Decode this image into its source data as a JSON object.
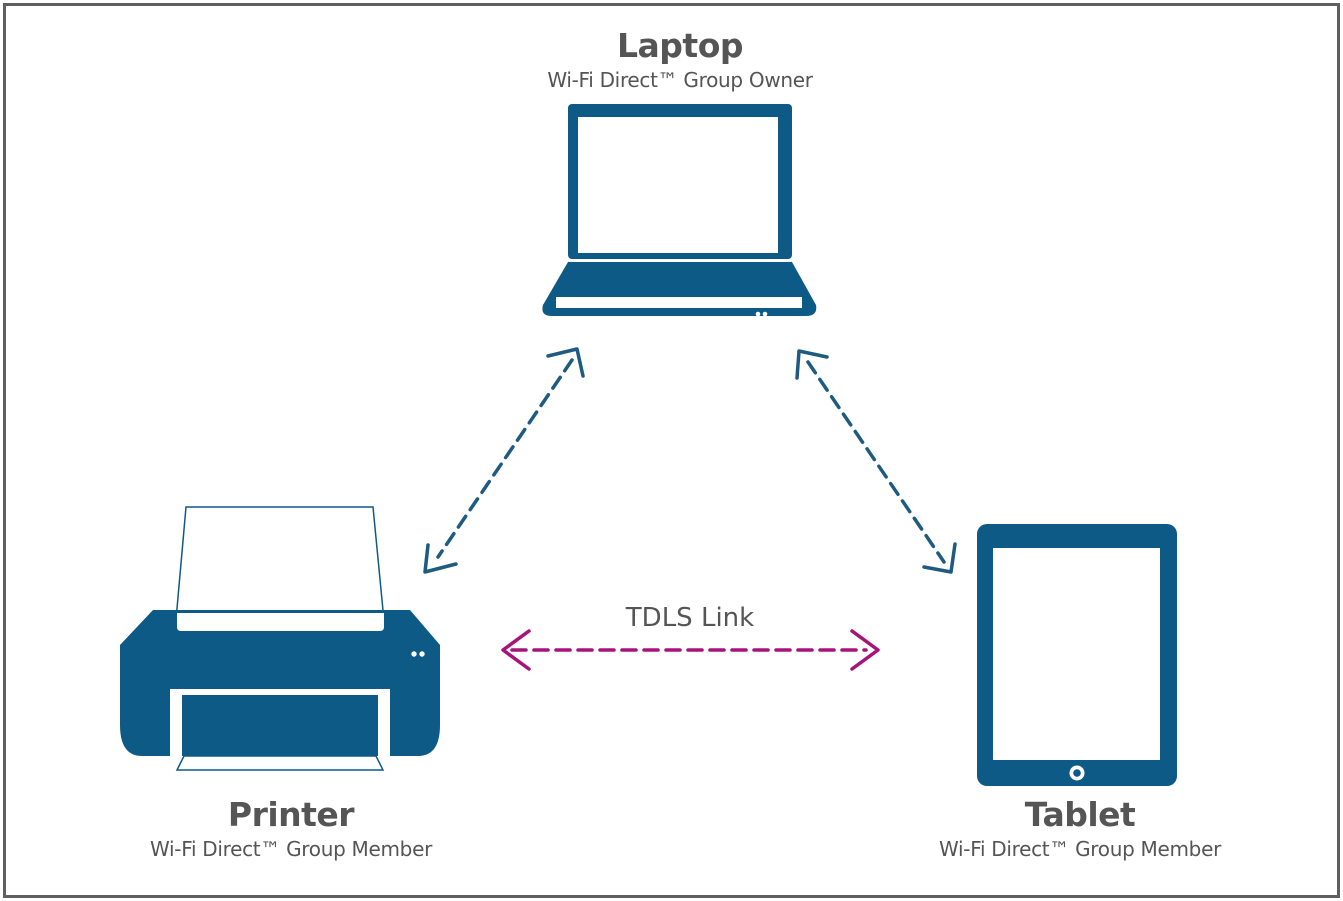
{
  "colors": {
    "device": "#0d5a86",
    "wifi_link": "#1f5b80",
    "tdls_link": "#a6137b",
    "text": "#555555",
    "frame": "#5f5f5f"
  },
  "devices": {
    "laptop": {
      "title": "Laptop",
      "role": "Wi-Fi Direct™ Group Owner",
      "icon": "laptop-icon"
    },
    "printer": {
      "title": "Printer",
      "role": "Wi-Fi Direct™ Group Member",
      "icon": "printer-icon"
    },
    "tablet": {
      "title": "Tablet",
      "role": "Wi-Fi Direct™ Group Member",
      "icon": "tablet-icon"
    }
  },
  "links": {
    "tdls_label": "TDLS Link"
  }
}
